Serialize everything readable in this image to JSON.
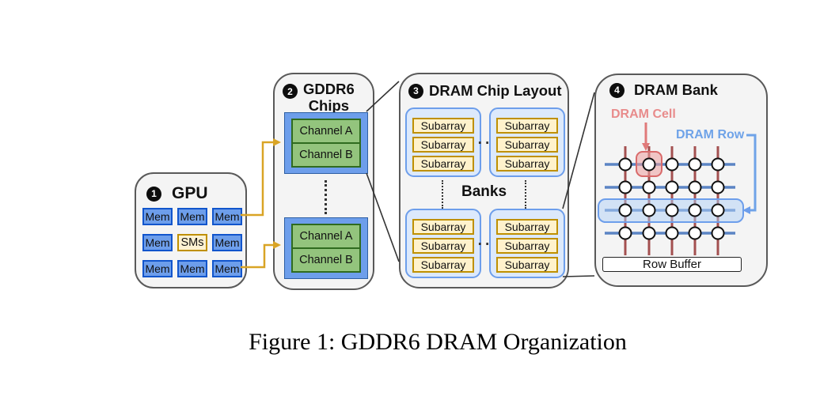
{
  "caption": "Figure 1: GDDR6 DRAM Organization",
  "colors": {
    "panel_bg": "#f4f4f4",
    "panel_border": "#595959",
    "mem_fill": "#6d9eeb",
    "mem_border": "#1155cc",
    "sms_fill": "#fdf2d2",
    "sms_border": "#bf9000",
    "channel_fill": "#93c47d",
    "channel_border": "#2f6b1f",
    "bank_fill": "#dce9fc",
    "bank_border": "#6d9eeb",
    "subarray_fill": "#fff2cc",
    "subarray_border": "#bf9000",
    "arrow_gold": "#d9a425",
    "wordline_blue": "#5b84c4",
    "bitline_red": "#a35050",
    "dram_cell_pink": "#e88b8b",
    "dram_row_blue": "#6fa3e8"
  },
  "panels": {
    "gpu": {
      "badge": "1",
      "title": "GPU",
      "grid": [
        [
          "Mem",
          "Mem",
          "Mem"
        ],
        [
          "Mem",
          "SMs",
          "Mem"
        ],
        [
          "Mem",
          "Mem",
          "Mem"
        ]
      ]
    },
    "gddr6_chips": {
      "badge": "2",
      "title_line1": "GDDR6",
      "title_line2": "Chips",
      "chip_top": {
        "channel_a": "Channel A",
        "channel_b": "Channel B"
      },
      "chip_bottom": {
        "channel_a": "Channel A",
        "channel_b": "Channel B"
      }
    },
    "dram_chip_layout": {
      "badge": "3",
      "title": "DRAM Chip Layout",
      "banks_label": "Banks",
      "subarray": "Subarray",
      "hdots": "··"
    },
    "dram_bank": {
      "badge": "4",
      "title": "DRAM Bank",
      "dram_cell_label": "DRAM Cell",
      "dram_row_label": "DRAM Row",
      "row_buffer": "Row Buffer"
    }
  }
}
